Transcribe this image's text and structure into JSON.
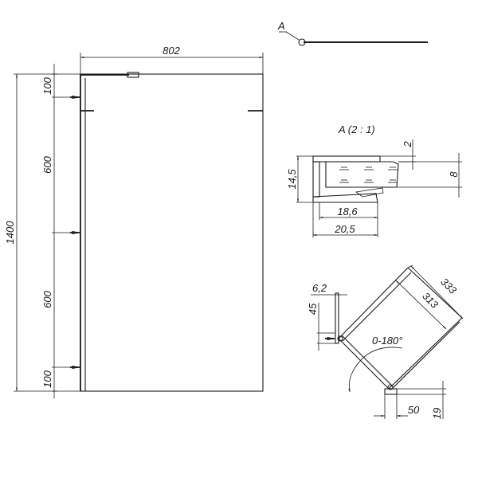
{
  "main_view": {
    "width_label": "802",
    "height_label": "1400",
    "segment_labels": [
      "100",
      "600",
      "600",
      "100"
    ]
  },
  "top_view": {
    "callout_label": "A"
  },
  "detail_a": {
    "title": "A (2 : 1)",
    "dims": {
      "lip": "2",
      "glass": "8",
      "height": "14,5",
      "inner_width": "18,6",
      "outer_width": "20,5"
    }
  },
  "rotation_view": {
    "dims": {
      "outer": "333",
      "inner": "313",
      "pivot_offset": "6,2",
      "pivot_height": "45",
      "angle": "0-180°",
      "base_width": "50",
      "base_height": "19"
    }
  },
  "colors": {
    "line": "#1a1a1a",
    "background": "#ffffff"
  }
}
